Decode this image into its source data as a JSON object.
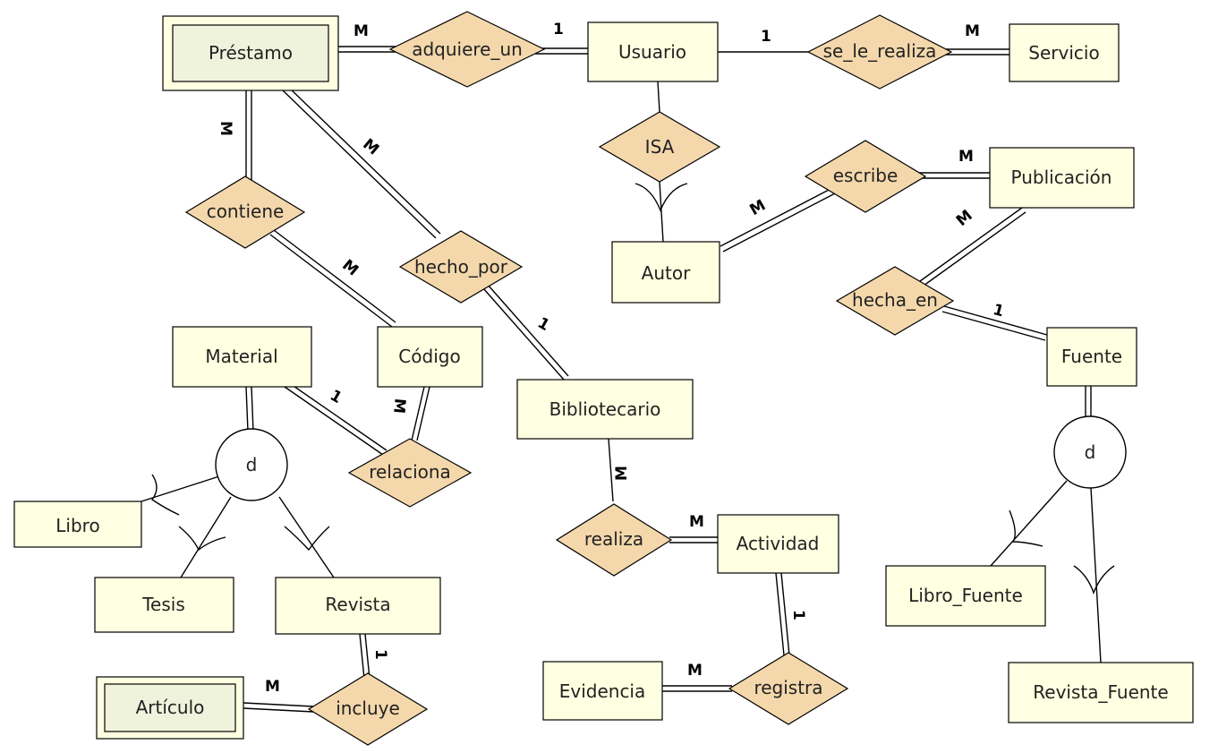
{
  "entities": {
    "prestamo": "Préstamo",
    "usuario": "Usuario",
    "servicio": "Servicio",
    "autor": "Autor",
    "publicacion": "Publicación",
    "fuente": "Fuente",
    "material": "Material",
    "codigo": "Código",
    "bibliotecario": "Bibliotecario",
    "libro": "Libro",
    "tesis": "Tesis",
    "revista": "Revista",
    "articulo": "Artículo",
    "actividad": "Actividad",
    "evidencia": "Evidencia",
    "libro_fuente": "Libro_Fuente",
    "revista_fuente": "Revista_Fuente"
  },
  "relationships": {
    "adquiere_un": "adquiere_un",
    "se_le_realiza": "se_le_realiza",
    "isa": "ISA",
    "escribe": "escribe",
    "contiene": "contiene",
    "hecho_por": "hecho_por",
    "hecha_en": "hecha_en",
    "relaciona": "relaciona",
    "realiza": "realiza",
    "registra": "registra",
    "incluye": "incluye"
  },
  "disjoint": {
    "material": "d",
    "fuente": "d"
  },
  "cardinalities": {
    "prestamo_adquiere": "M",
    "adquiere_usuario": "1",
    "usuario_servicio_rel": "1",
    "servicio_side": "M",
    "escribe_publicacion": "M",
    "autor_escribe": "M",
    "prestamo_contiene": "M",
    "prestamo_hecho_por": "M",
    "contiene_codigo": "M",
    "publicacion_hecha_en": "M",
    "hecha_en_fuente": "1",
    "hecho_por_bibliotecario": "1",
    "material_relaciona": "1",
    "codigo_relaciona": "M",
    "bibliotecario_realiza": "M",
    "realiza_actividad": "M",
    "actividad_registra": "1",
    "evidencia_registra": "M",
    "articulo_incluye": "M",
    "revista_incluye": "1"
  },
  "colors": {
    "entity_fill": "#ffffe1",
    "weak_entity_fill": "#f0f3dc",
    "relationship_fill": "#f4d8ac",
    "line": "#000000"
  }
}
